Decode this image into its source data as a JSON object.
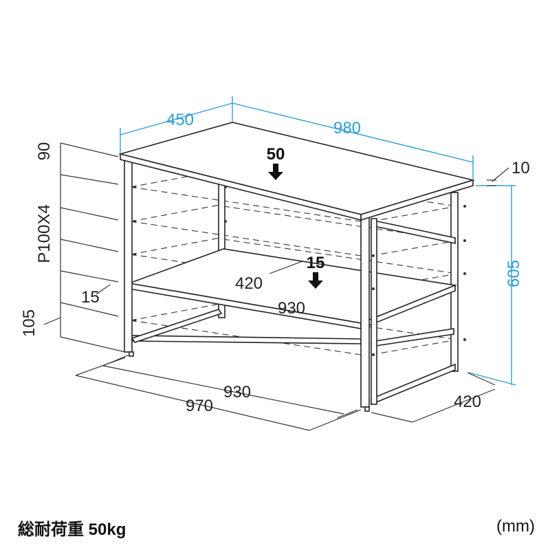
{
  "dimensions": {
    "depth_top": "450",
    "width_top": "980",
    "top_thickness": "10",
    "height_total": "605",
    "top_offset": "90",
    "pitch": "P100X4",
    "shelf_offset": "15",
    "bottom_offset": "105",
    "shelf_depth": "420",
    "shelf_width": "930",
    "base_inner_width": "930",
    "base_outer_width": "970",
    "base_depth": "420"
  },
  "loads": {
    "top": "50",
    "shelf": "15"
  },
  "caption": "総耐荷重 50kg",
  "unit": "(mm)",
  "colors": {
    "dimension_blue": "#2a9fd6",
    "line": "#333333"
  }
}
